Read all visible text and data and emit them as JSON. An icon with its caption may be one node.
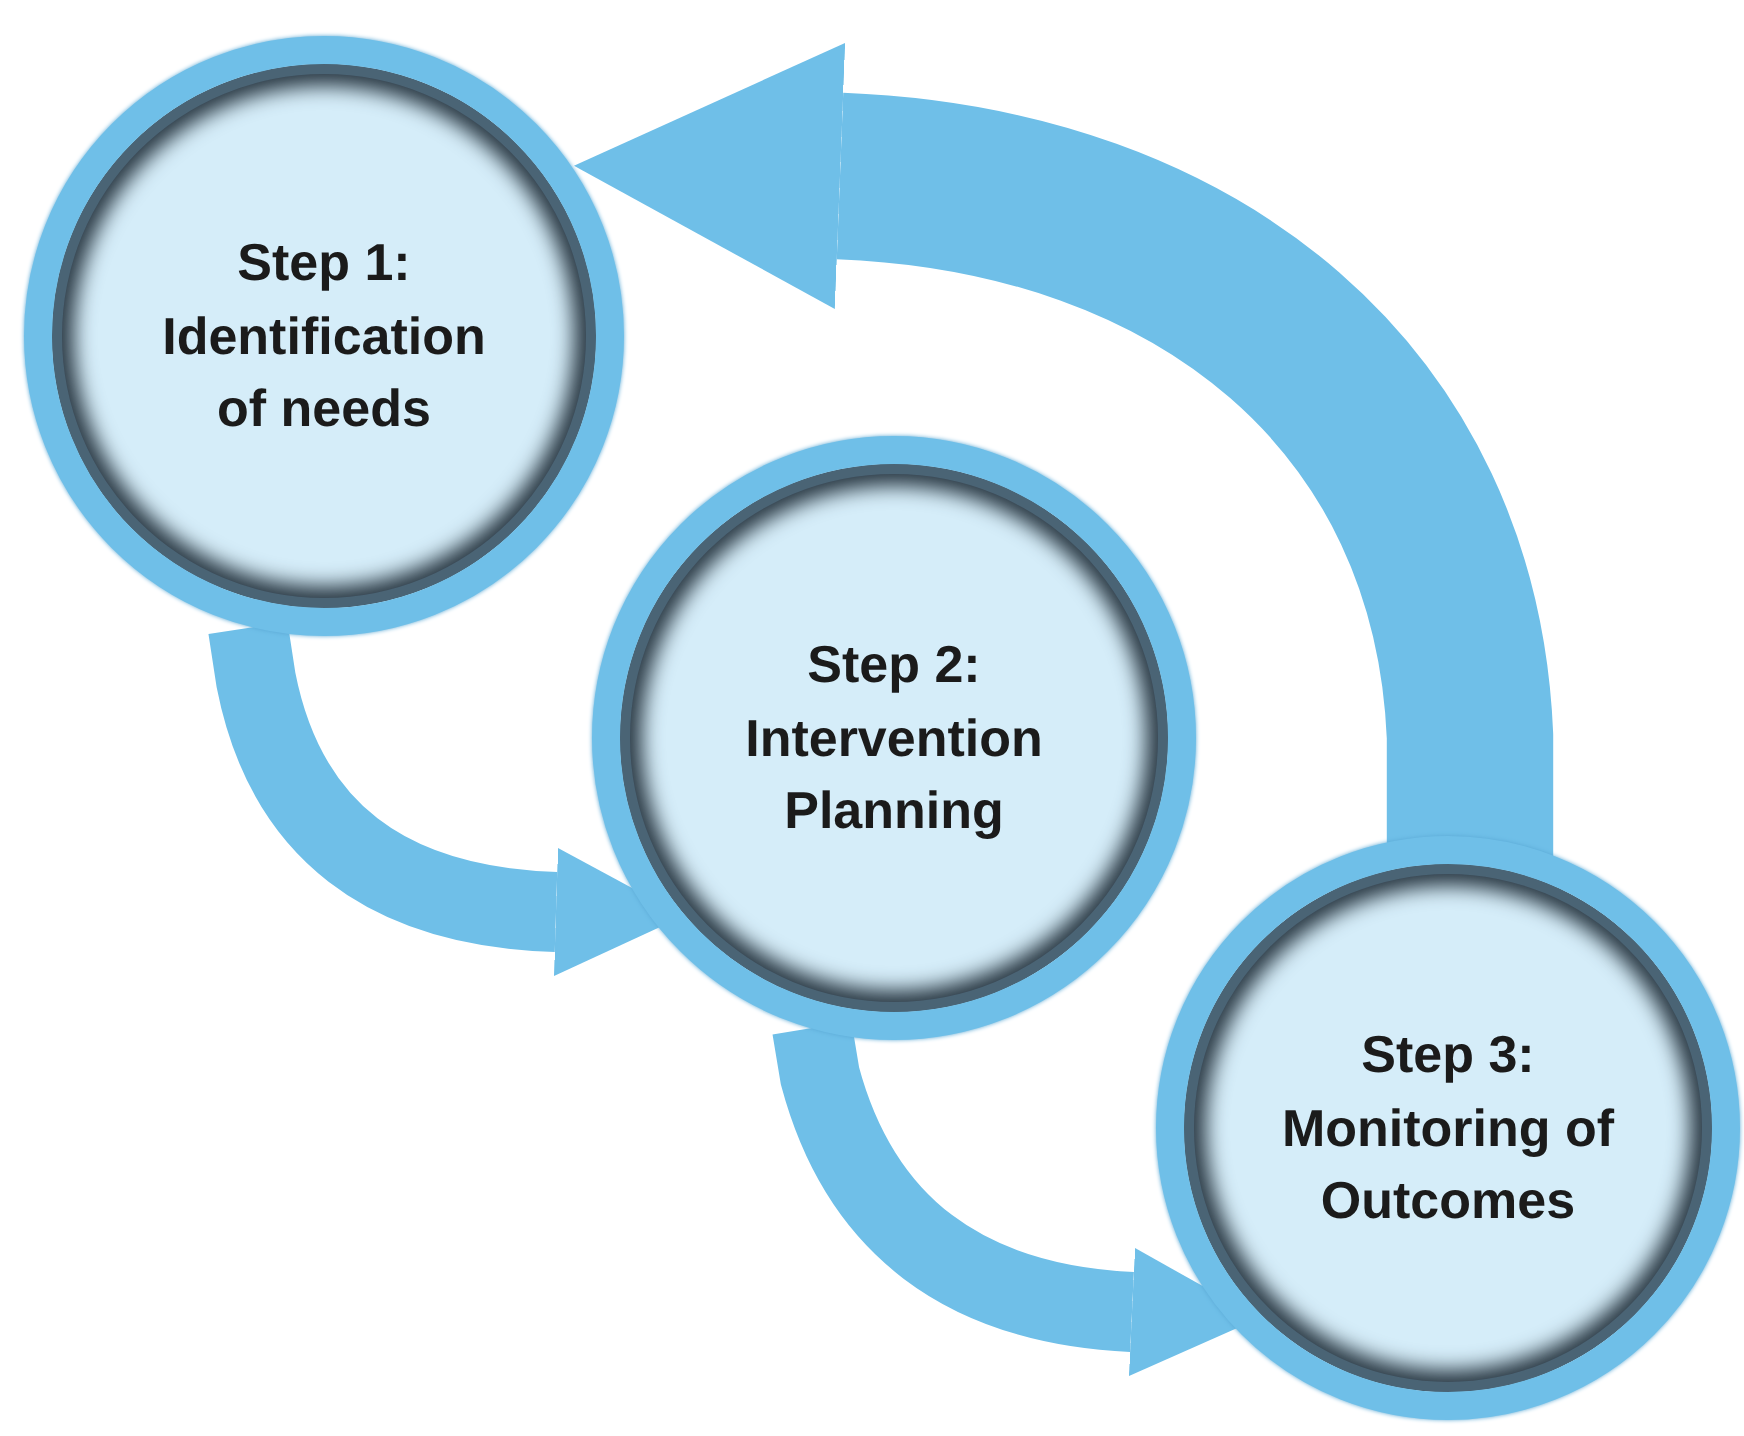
{
  "diagram": {
    "nodes": [
      {
        "text": [
          "Step 1:",
          "Identification of needs"
        ]
      },
      {
        "text": [
          "Step 2:",
          "Intervention Planning"
        ]
      },
      {
        "text": [
          "Step 3:",
          "Monitoring of Outcomes"
        ]
      }
    ],
    "edges": [
      {
        "from": 0,
        "to": 1,
        "arrow": "to"
      },
      {
        "from": 1,
        "to": 2,
        "arrow": "to"
      },
      {
        "from": 2,
        "to": 0,
        "arrow": "to",
        "style": "thick"
      }
    ]
  }
}
